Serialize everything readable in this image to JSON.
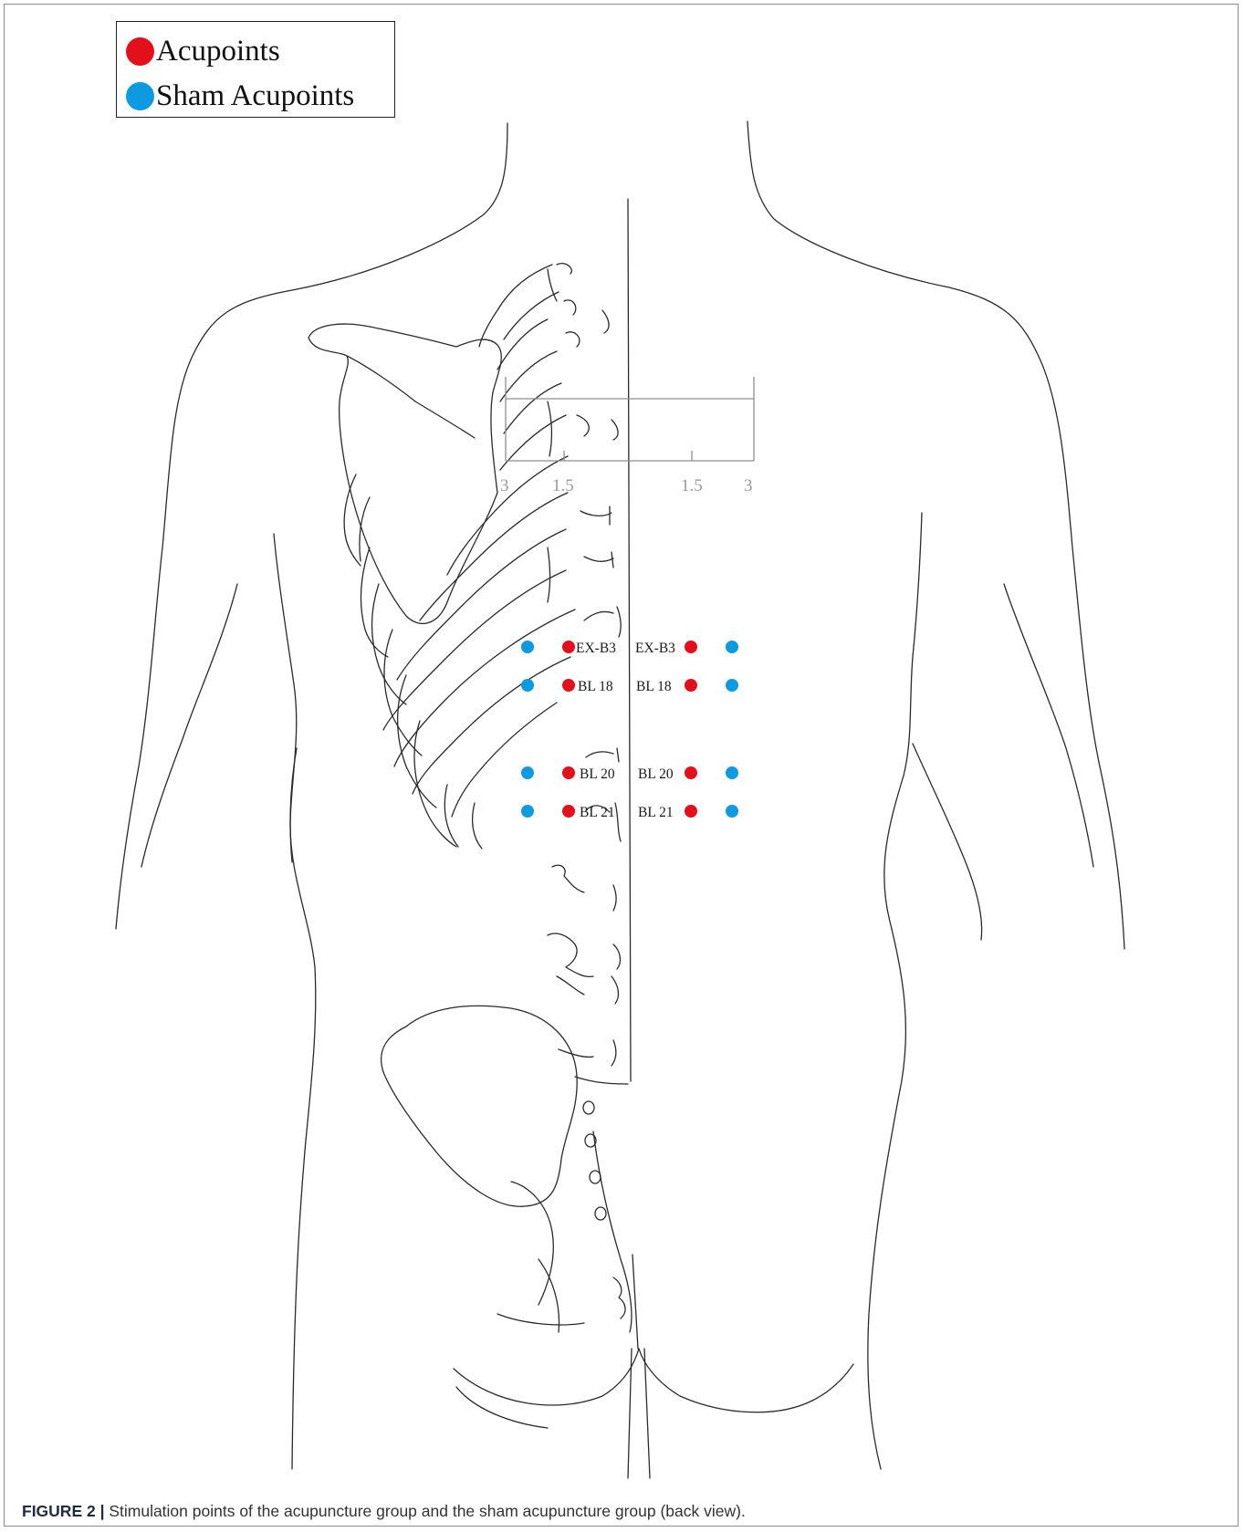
{
  "legend": {
    "acupoints_label": "Acupoints",
    "sham_label": "Sham Acupoints",
    "acupoint_color": "#e3101b",
    "sham_color": "#0c9be0"
  },
  "scale": {
    "left_outer": "3",
    "left_inner": "1.5",
    "right_inner": "1.5",
    "right_outer": "3"
  },
  "points": {
    "ex_b3_left": "EX-B3",
    "ex_b3_right": "EX-B3",
    "bl18_left": "BL 18",
    "bl18_right": "BL 18",
    "bl20_left": "BL 20",
    "bl20_right": "BL 20",
    "bl21_left": "BL 21",
    "bl21_right": "BL 21"
  },
  "caption": {
    "figure_label": "FIGURE 2 |",
    "text": " Stimulation points of the acupuncture group and the sham acupuncture group (back view)."
  }
}
